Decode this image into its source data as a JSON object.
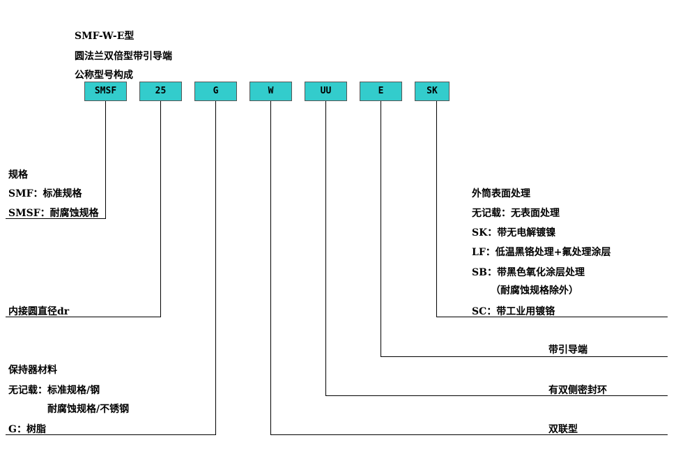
{
  "title": {
    "model": "SMF-W-E型",
    "name": "圆法兰双倍型带引导端",
    "subtitle": "公称型号构成"
  },
  "codes": [
    "SMSF",
    "25",
    "G",
    "W",
    "UU",
    "E",
    "SK"
  ],
  "spec": {
    "heading": "规格",
    "line1": "SMF：标准规格",
    "line2": "SMSF：耐腐蚀规格"
  },
  "inscribed": {
    "label": "内接圆直径dr"
  },
  "retainer": {
    "heading": "保持器材料",
    "line1": "无记载：标准规格/钢",
    "line2": "耐腐蚀规格/不锈钢",
    "line3": "G：树脂"
  },
  "surface": {
    "heading": "外筒表面处理",
    "line1": "无记载：无表面处理",
    "line2": "SK：带无电解镀镍",
    "line3": "LF：低温黑铬处理+氟处理涂层",
    "line4": "SB：带黑色氧化涂层处理",
    "line5": "（耐腐蚀规格除外）",
    "line6": "SC：带工业用镀铬"
  },
  "guide": {
    "label": "带引导端"
  },
  "seal": {
    "label": "有双侧密封环"
  },
  "double": {
    "label": "双联型"
  }
}
